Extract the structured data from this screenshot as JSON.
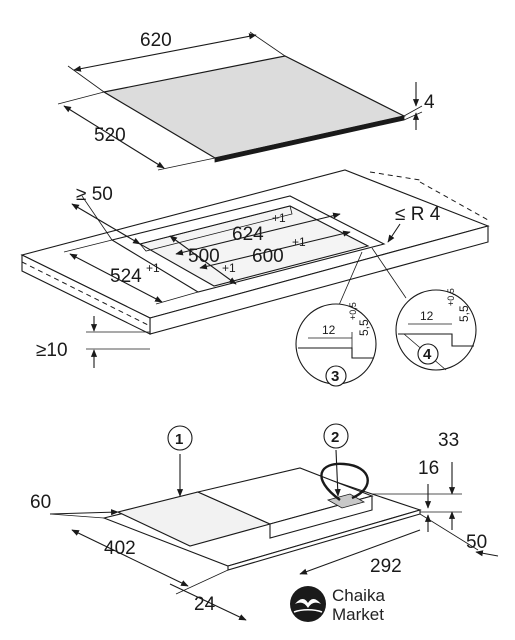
{
  "top_view": {
    "width": "620",
    "depth": "520",
    "thickness": "4"
  },
  "cutout_view": {
    "min_front_distance": "≥ 50",
    "corner_radius": "≤ R 4",
    "cut_width_rebated": "624",
    "cut_width_rebated_tol": "+1",
    "cut_width": "600",
    "cut_width_tol": "+1",
    "cut_depth": "500",
    "cut_depth_tol": "+1",
    "cut_depth_rebated": "524",
    "cut_depth_rebated_tol": "+1",
    "min_worktop": "≥10",
    "detail_3": {
      "callout": "3",
      "rebate_width": "12",
      "rebate_depth": "5,5",
      "rebate_tol": "+0,5"
    },
    "detail_4": {
      "callout": "4",
      "rebate_width": "12",
      "rebate_depth": "5,5",
      "rebate_tol": "+0,5"
    }
  },
  "bottom_view": {
    "callout_1": "1",
    "callout_2": "2",
    "dim_60": "60",
    "dim_402": "402",
    "dim_24": "24",
    "dim_292": "292",
    "dim_16": "16",
    "dim_33": "33",
    "dim_50": "50"
  },
  "brand": {
    "line1": "Chaika",
    "line2": "Market"
  },
  "colors": {
    "ink": "#1a1a1a",
    "glass": "#dcdcdc",
    "background": "#ffffff"
  }
}
